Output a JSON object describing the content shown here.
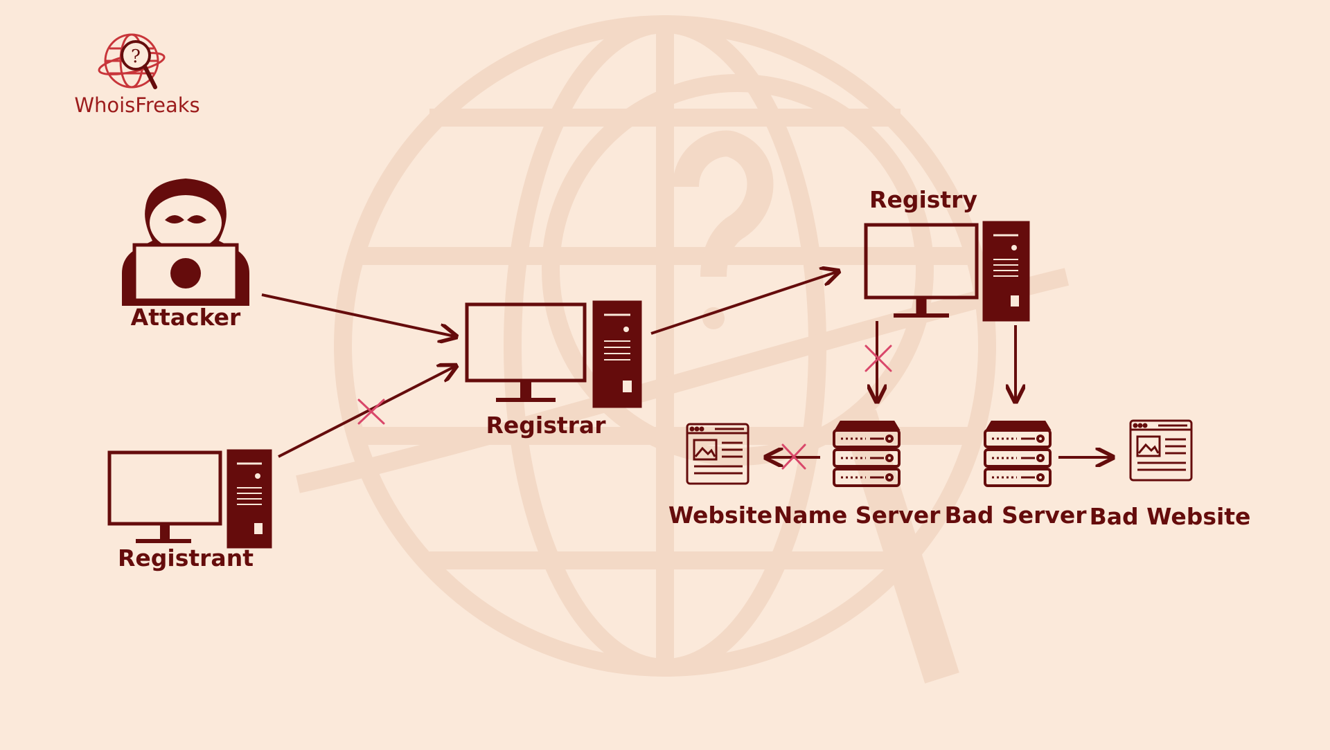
{
  "brand": {
    "name": "WhoisFreaks"
  },
  "colors": {
    "background": "#fbe9da",
    "ink": "#650c0c",
    "blocked_mark": "#d9476a",
    "brand": "#9c1c1c",
    "watermark": "#f3d9c6"
  },
  "nodes": {
    "attacker": "Attacker",
    "registrant": "Registrant",
    "registrar": "Registrar",
    "registry": "Registry",
    "website": "Website",
    "name_server": "Name Server",
    "bad_server": "Bad Server",
    "bad_website": "Bad Website"
  },
  "connections": [
    {
      "from": "Attacker",
      "to": "Registrar",
      "blocked": false
    },
    {
      "from": "Registrant",
      "to": "Registrar",
      "blocked": true
    },
    {
      "from": "Registrar",
      "to": "Registry",
      "blocked": false
    },
    {
      "from": "Registry",
      "to": "Name Server",
      "blocked": true
    },
    {
      "from": "Registry",
      "to": "Bad Server",
      "blocked": false
    },
    {
      "from": "Name Server",
      "to": "Website",
      "blocked": true
    },
    {
      "from": "Bad Server",
      "to": "Bad Website",
      "blocked": false
    }
  ]
}
